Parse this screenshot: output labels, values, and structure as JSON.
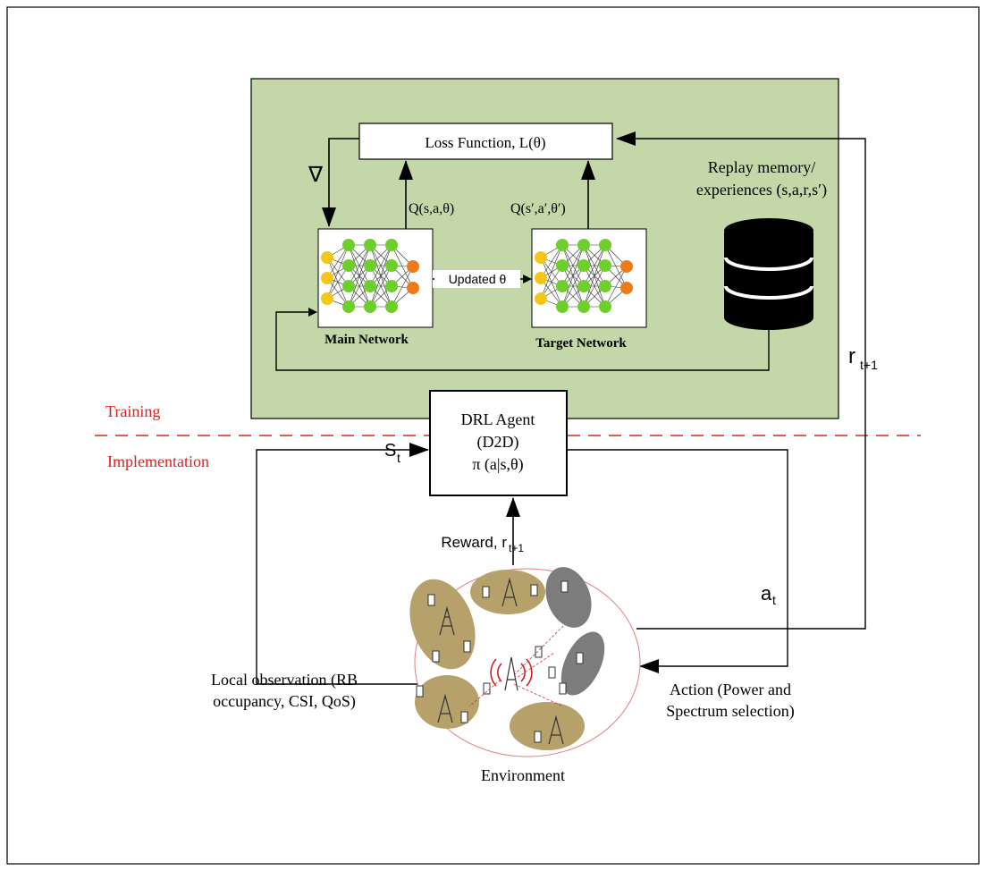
{
  "training": {
    "loss_label": "Loss Function, L(θ)",
    "gradient_symbol": "∇",
    "q_main": "Q(s,a,θ)",
    "q_target": "Q(s′,a′,θ′)",
    "main_network_label": "Main Network",
    "target_network_label": "Target Network",
    "update_label": "Updated θ",
    "replay_line1": "Replay memory/",
    "replay_line2": "experiences (s,a,r,s′)"
  },
  "section_labels": {
    "training": "Training",
    "implementation": "Implementation"
  },
  "agent": {
    "line1": "DRL Agent",
    "line2": "(D2D)",
    "line3": "π (a|s,θ)"
  },
  "signals": {
    "state": "S",
    "state_sub": "t",
    "reward_prefix": "Reward, r",
    "reward_sub": "t+1",
    "action": "a",
    "action_sub": "t",
    "replay_reward": "r",
    "replay_reward_sub": "t+1"
  },
  "environment": {
    "label": "Environment",
    "observation_line1": "Local observation (RB",
    "observation_line2": "occupancy, CSI, QoS)",
    "action_line1": "Action (Power and",
    "action_line2": "Spectrum selection)"
  },
  "colors": {
    "training_bg": "#c4d7a8",
    "input_node": "#f5c518",
    "hidden_node": "#6ccf2a",
    "output_node": "#f07a1a",
    "section_label": "#e02020",
    "divider": "#e02020",
    "tier_blob": "#b5a169",
    "dark_blob": "#7c7c7c"
  }
}
